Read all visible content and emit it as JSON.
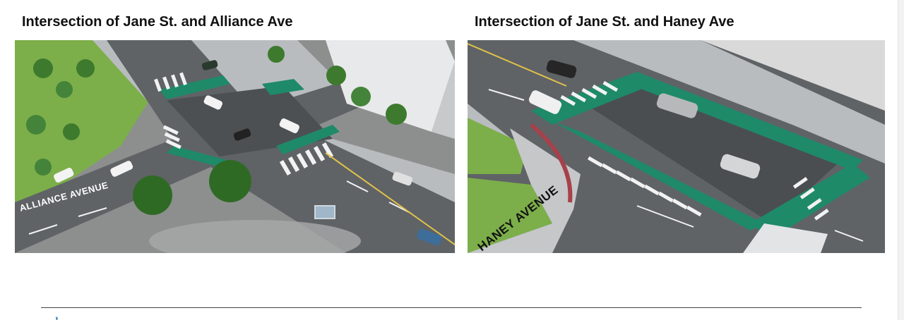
{
  "panels": {
    "left": {
      "title": "Intersection of Jane St. and Alliance Ave",
      "street_label": "ALLIANCE AVENUE"
    },
    "right": {
      "title": "Intersection of Jane St. and Haney Ave",
      "street_label": "HANEY AVENUE"
    }
  },
  "colors": {
    "asphalt": "#5f6366",
    "bike_lane_green": "#1e8a68",
    "curb_red": "#a6414a",
    "grass": "#7cae4a",
    "sidewalk": "#b9bcbf"
  }
}
